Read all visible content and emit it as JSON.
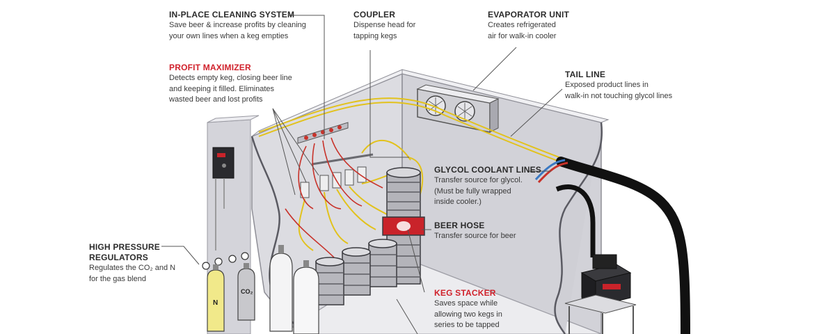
{
  "colors": {
    "accent_red": "#d0212b",
    "wall": "#d9d9de",
    "wall_dark": "#c2c2c8",
    "hose_black": "#111111",
    "beer_line_yellow": "#e2c21c",
    "gas_line_red": "#c8322a"
  },
  "labels": {
    "cleaning": {
      "title": "IN-PLACE CLEANING SYSTEM",
      "desc": "Save beer & increase profits by cleaning\nyour own lines when a keg empties"
    },
    "profit": {
      "title": "PROFIT MAXIMIZER",
      "desc": "Detects empty keg, closing beer line\nand keeping it filled. Eliminates\nwasted beer and lost profits"
    },
    "coupler": {
      "title": "COUPLER",
      "desc": "Dispense head for\ntapping kegs"
    },
    "evaporator": {
      "title": "EVAPORATOR UNIT",
      "desc": "Creates refrigerated\nair for walk-in cooler"
    },
    "tail": {
      "title": "TAIL LINE",
      "desc": "Exposed product lines in\nwalk-in not touching glycol lines"
    },
    "glycol": {
      "title": "GLYCOL COOLANT LINES",
      "desc": "Transfer source for glycol.\n(Must be fully wrapped\ninside cooler.)"
    },
    "beer_hose": {
      "title": "BEER HOSE",
      "desc": "Transfer source for beer"
    },
    "regulators": {
      "title": "HIGH PRESSURE\nREGULATORS",
      "desc": "Regulates the CO₂ and N\nfor the gas blend"
    },
    "keg_stacker": {
      "title": "KEG STACKER",
      "desc": "Saves space while\nallowing two kegs in\nseries to be tapped"
    }
  },
  "cylinder_marks": {
    "nitrogen": "N",
    "co2": "CO₂"
  }
}
